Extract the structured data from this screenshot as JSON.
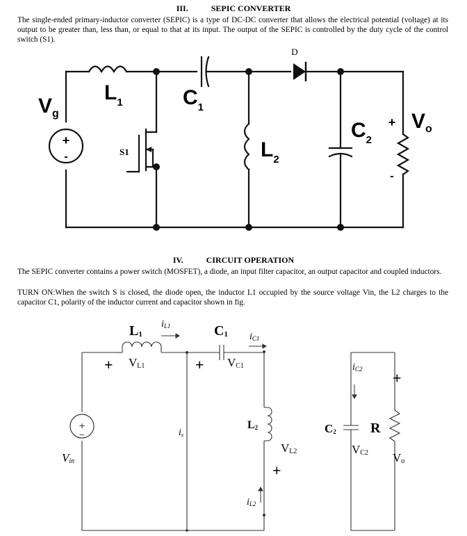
{
  "section3": {
    "number": "III.",
    "title": "SEPIC CONVERTER",
    "paragraph": "The single-ended primary-inductor converter (SEPIC) is a type of DC-DC converter that allows the electrical potential (voltage) at its output to be greater than, less than, or equal to that at its input. The output of the SEPIC is controlled by the duty cycle of the control switch (S1)."
  },
  "figure1": {
    "source": {
      "main": "V",
      "sub": "g",
      "plus": "+",
      "minus": "-"
    },
    "L1": {
      "main": "L",
      "sub": "1"
    },
    "C1": {
      "main": "C",
      "sub": "1"
    },
    "diode": "D",
    "switch": "S1",
    "L2": {
      "main": "L",
      "sub": "2"
    },
    "C2": {
      "main": "C",
      "sub": "2"
    },
    "output": {
      "main": "V",
      "sub": "o",
      "plus": "+",
      "minus": "-"
    }
  },
  "section4": {
    "number": "IV.",
    "title": "CIRCUIT OPERATION",
    "paragraph1": "The SEPIC converter contains a power switch (MOSFET), a diode, an input filter capacitor, an output capacitor and coupled inductors.",
    "paragraph2": "TURN ON:When the switch S is closed, the diode open, the inductor L1 occupied by the source voltage Vin, the L2 charges to the capacitor C1, polarity of the inductor current and capacitor shown in fig."
  },
  "figure2": {
    "L1": {
      "main": "L",
      "sub": "1"
    },
    "iL1": {
      "main": "i",
      "sub": "L1"
    },
    "VL1": {
      "main": "V",
      "sub": "L1"
    },
    "C1": {
      "main": "C",
      "sub": "1"
    },
    "iC1": {
      "main": "i",
      "sub": "C1"
    },
    "VC1": {
      "main": "V",
      "sub": "C1"
    },
    "iC2": {
      "main": "i",
      "sub": "C2"
    },
    "plus": "+",
    "source": {
      "plus": "+",
      "minus": "−"
    },
    "Vin": {
      "main": "V",
      "sub": "in"
    },
    "is": {
      "main": "i",
      "sub": "s"
    },
    "L2": {
      "main": "L",
      "sub": "2"
    },
    "VL2": {
      "main": "V",
      "sub": "L2"
    },
    "iL2": {
      "main": "i",
      "sub": "L2"
    },
    "C2": {
      "main": "C",
      "sub": "2"
    },
    "VC2": {
      "main": "V",
      "sub": "C2"
    },
    "R": "R",
    "Vo": {
      "main": "V",
      "sub": "o"
    }
  }
}
